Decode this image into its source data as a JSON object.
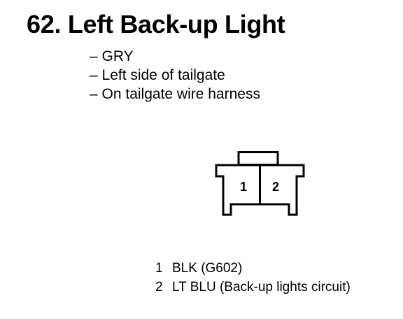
{
  "title": "62. Left Back-up Light",
  "details": [
    "– GRY",
    "– Left side of tailgate",
    "– On tailgate wire harness"
  ],
  "connector": {
    "cavity_labels": [
      "1",
      "2"
    ]
  },
  "pins": [
    {
      "number": "1",
      "description": "BLK (G602)"
    },
    {
      "number": "2",
      "description": "LT BLU (Back-up lights circuit)"
    }
  ]
}
